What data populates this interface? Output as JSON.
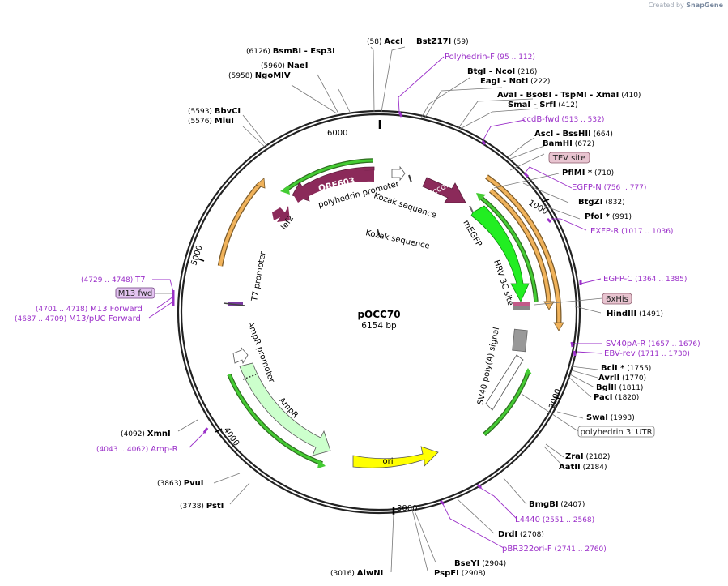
{
  "credit": {
    "prefix": "Created by",
    "brand": "SnapGene"
  },
  "plasmid": {
    "name": "pOCC70",
    "length": "6154 bp"
  },
  "ticks": [
    {
      "label": "1000"
    },
    {
      "label": "2000"
    },
    {
      "label": "3000"
    },
    {
      "label": "4000"
    },
    {
      "label": "5000"
    },
    {
      "label": "6000"
    }
  ],
  "sites": [
    {
      "name": "AccI",
      "pos": "(58)"
    },
    {
      "name": "BstZ17I",
      "pos": "(59)"
    },
    {
      "name": "BsmBI  - Esp3I",
      "pos": "(6126)"
    },
    {
      "name": "NaeI",
      "pos": "(5960)"
    },
    {
      "name": "NgoMIV",
      "pos": "(5958)"
    },
    {
      "name": "BtgI  - NcoI",
      "pos": "(216)"
    },
    {
      "name": "EagI  - NotI",
      "pos": "(222)"
    },
    {
      "name": "AvaI  - BsoBI  - TspMI  - XmaI",
      "pos": "(410)"
    },
    {
      "name": "SmaI  - SrfI",
      "pos": "(412)"
    },
    {
      "name": "BbvCI",
      "pos": "(5593)"
    },
    {
      "name": "MluI",
      "pos": "(5576)"
    },
    {
      "name": "AscI  - BssHII",
      "pos": "(664)"
    },
    {
      "name": "BamHI",
      "pos": "(672)"
    },
    {
      "name": "PflMI *",
      "pos": "(710)"
    },
    {
      "name": "BtgZI",
      "pos": "(832)"
    },
    {
      "name": "PfoI *",
      "pos": "(991)"
    },
    {
      "name": "HindIII",
      "pos": "(1491)"
    },
    {
      "name": "BclI *",
      "pos": "(1755)"
    },
    {
      "name": "AvrII",
      "pos": "(1770)"
    },
    {
      "name": "BglII",
      "pos": "(1811)"
    },
    {
      "name": "PacI",
      "pos": "(1820)"
    },
    {
      "name": "SwaI",
      "pos": "(1993)"
    },
    {
      "name": "ZraI",
      "pos": "(2182)"
    },
    {
      "name": "AatII",
      "pos": "(2184)"
    },
    {
      "name": "BmgBI",
      "pos": "(2407)"
    },
    {
      "name": "DrdI",
      "pos": "(2708)"
    },
    {
      "name": "BseYI",
      "pos": "(2904)"
    },
    {
      "name": "PspFI",
      "pos": "(2908)"
    },
    {
      "name": "AlwNI",
      "pos": "(3016)"
    },
    {
      "name": "PstI",
      "pos": "(3738)"
    },
    {
      "name": "PvuI",
      "pos": "(3863)"
    },
    {
      "name": "XmnI",
      "pos": "(4092)"
    }
  ],
  "primers": [
    {
      "name": "Polyhedrin-F",
      "range": "(95 .. 112)"
    },
    {
      "name": "ccdB-fwd",
      "range": "(513 .. 532)"
    },
    {
      "name": "EGFP-N",
      "range": "(756 .. 777)"
    },
    {
      "name": "EXFP-R",
      "range": "(1017 .. 1036)"
    },
    {
      "name": "EGFP-C",
      "range": "(1364 .. 1385)"
    },
    {
      "name": "SV40pA-R",
      "range": "(1657 .. 1676)"
    },
    {
      "name": "EBV-rev",
      "range": "(1711 .. 1730)"
    },
    {
      "name": "L4440",
      "range": "(2551 .. 2568)"
    },
    {
      "name": "pBR322ori-F",
      "range": "(2741 .. 2760)"
    },
    {
      "name": "Amp-R",
      "range": "(4043 .. 4062)"
    },
    {
      "name": "T7",
      "range": "(4729 .. 4748)"
    },
    {
      "name": "M13 Forward",
      "range": "(4701 .. 4718)"
    },
    {
      "name": "M13/pUC Forward",
      "range": "(4687 .. 4709)"
    }
  ],
  "boxed": [
    {
      "name": "TEV site"
    },
    {
      "name": "6xHis"
    },
    {
      "name": "M13 fwd"
    },
    {
      "name": "polyhedrin 3' UTR"
    }
  ],
  "features": [
    {
      "name": "ORF603"
    },
    {
      "name": "ccdB"
    },
    {
      "name": "polyhedrin promoter"
    },
    {
      "name": "Kozak sequence"
    },
    {
      "name": "Kozak sequence"
    },
    {
      "name": "lef2"
    },
    {
      "name": "mEGFP"
    },
    {
      "name": "HRV 3C site"
    },
    {
      "name": "SV40 poly(A) signal"
    },
    {
      "name": "T7 promoter"
    },
    {
      "name": "AmpR promoter"
    },
    {
      "name": "AmpR"
    },
    {
      "name": "ori"
    }
  ],
  "colors": {
    "ring": "#222222",
    "enzyme": "#000000",
    "primer": "#9b30c9",
    "orf": "#8b2a5a",
    "gfp": "#22dd22",
    "ori": "#ffff00",
    "amp": "#ccffcc",
    "orange": "#f0b25a",
    "green_line": "#3a9a2a",
    "box_pink": "#e8c4d0",
    "box_purple": "#e3c4f0"
  }
}
